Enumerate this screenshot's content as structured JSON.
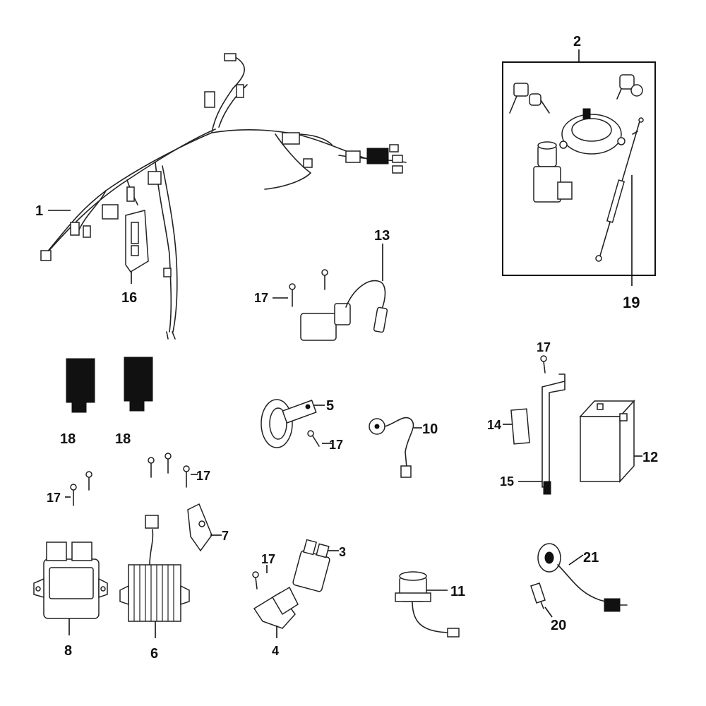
{
  "diagram": {
    "callouts": {
      "c1": "1",
      "c2": "2",
      "c3": "3",
      "c4": "4",
      "c5": "5",
      "c6": "6",
      "c7": "7",
      "c8": "8",
      "c10": "10",
      "c11": "11",
      "c12": "12",
      "c13": "13",
      "c14": "14",
      "c15": "15",
      "c16": "16",
      "c17a": "17",
      "c17b": "17",
      "c17c": "17",
      "c17d": "17",
      "c17e": "17",
      "c17f": "17",
      "c18a": "18",
      "c18b": "18",
      "c19": "19",
      "c20": "20",
      "c21": "21"
    }
  }
}
